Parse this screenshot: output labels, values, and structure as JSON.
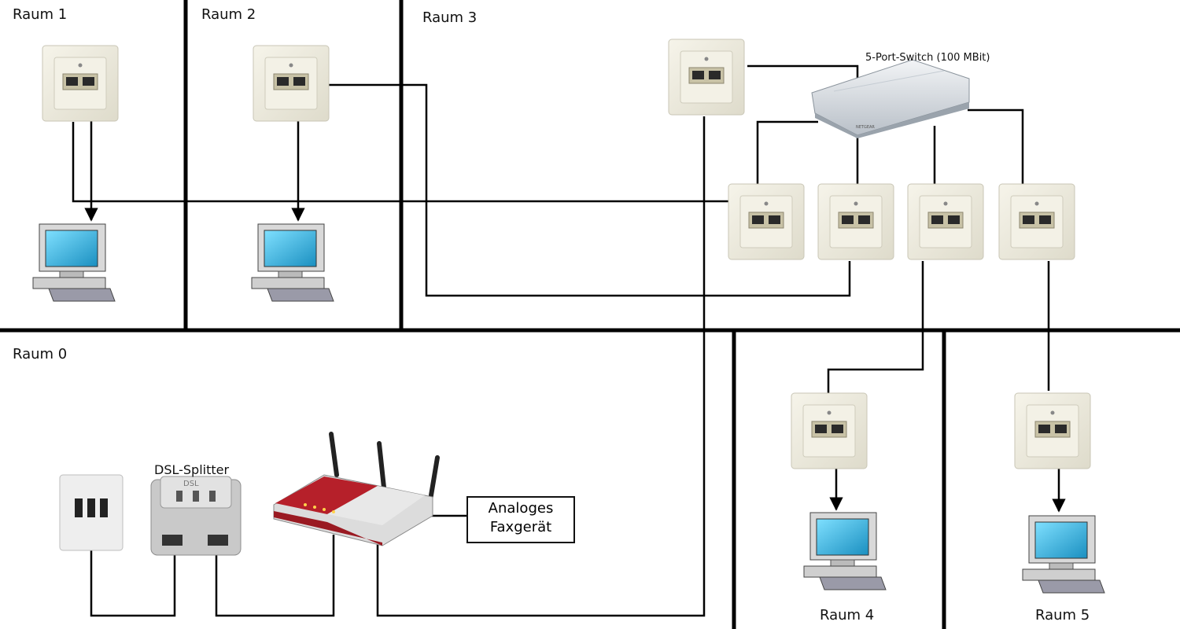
{
  "rooms": {
    "r0": "Raum 0",
    "r1": "Raum 1",
    "r2": "Raum 2",
    "r3": "Raum 3",
    "r4": "Raum 4",
    "r5": "Raum 5"
  },
  "devices": {
    "switch": "5-Port-Switch (100 MBit)",
    "switch_brand": "NETGEAR",
    "splitter": "DSL-Splitter",
    "splitter_body": "DSL",
    "fax_line1": "Analoges",
    "fax_line2": "Faxgerät"
  },
  "colors": {
    "wall": "#000000",
    "socket": "#ece9dc",
    "router_red": "#b6202a",
    "switch_body": "#d8dde3",
    "monitor_screen": "#2fb6de"
  }
}
